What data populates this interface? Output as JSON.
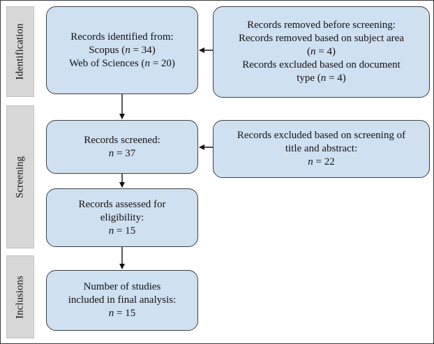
{
  "phases": {
    "identification": "Identification",
    "screening": "Screening",
    "inclusions": "Inclusions"
  },
  "boxes": {
    "identified": {
      "line1": "Records identified from:",
      "line2a": "Scopus (",
      "line2n": "n",
      "line2b": " = 34)",
      "line3a": "Web of Sciences (",
      "line3n": "n",
      "line3b": " = 20)"
    },
    "removed": {
      "line1": "Records removed before screening:",
      "line2": "Records removed based on subject area",
      "line3a": "(",
      "line3n": "n",
      "line3b": " = 4)",
      "line4": "Records excluded based on document",
      "line5a": "type (",
      "line5n": "n",
      "line5b": " = 4)"
    },
    "screened": {
      "line1": "Records screened:",
      "line2n": "n",
      "line2b": " = 37"
    },
    "excluded": {
      "line1": "Records excluded based on screening of",
      "line2": "title and abstract:",
      "line3n": "n",
      "line3b": " = 22"
    },
    "assessed": {
      "line1": "Records assessed for",
      "line2": "eligibility:",
      "line3n": "n",
      "line3b": " = 15"
    },
    "included": {
      "line1": "Number of studies",
      "line2": "included in final analysis:",
      "line3n": "n",
      "line3b": " = 15"
    }
  },
  "colors": {
    "box_fill": "#cfe0f1",
    "phase_fill": "#d7d7d7",
    "stroke": "#3a3f45"
  }
}
